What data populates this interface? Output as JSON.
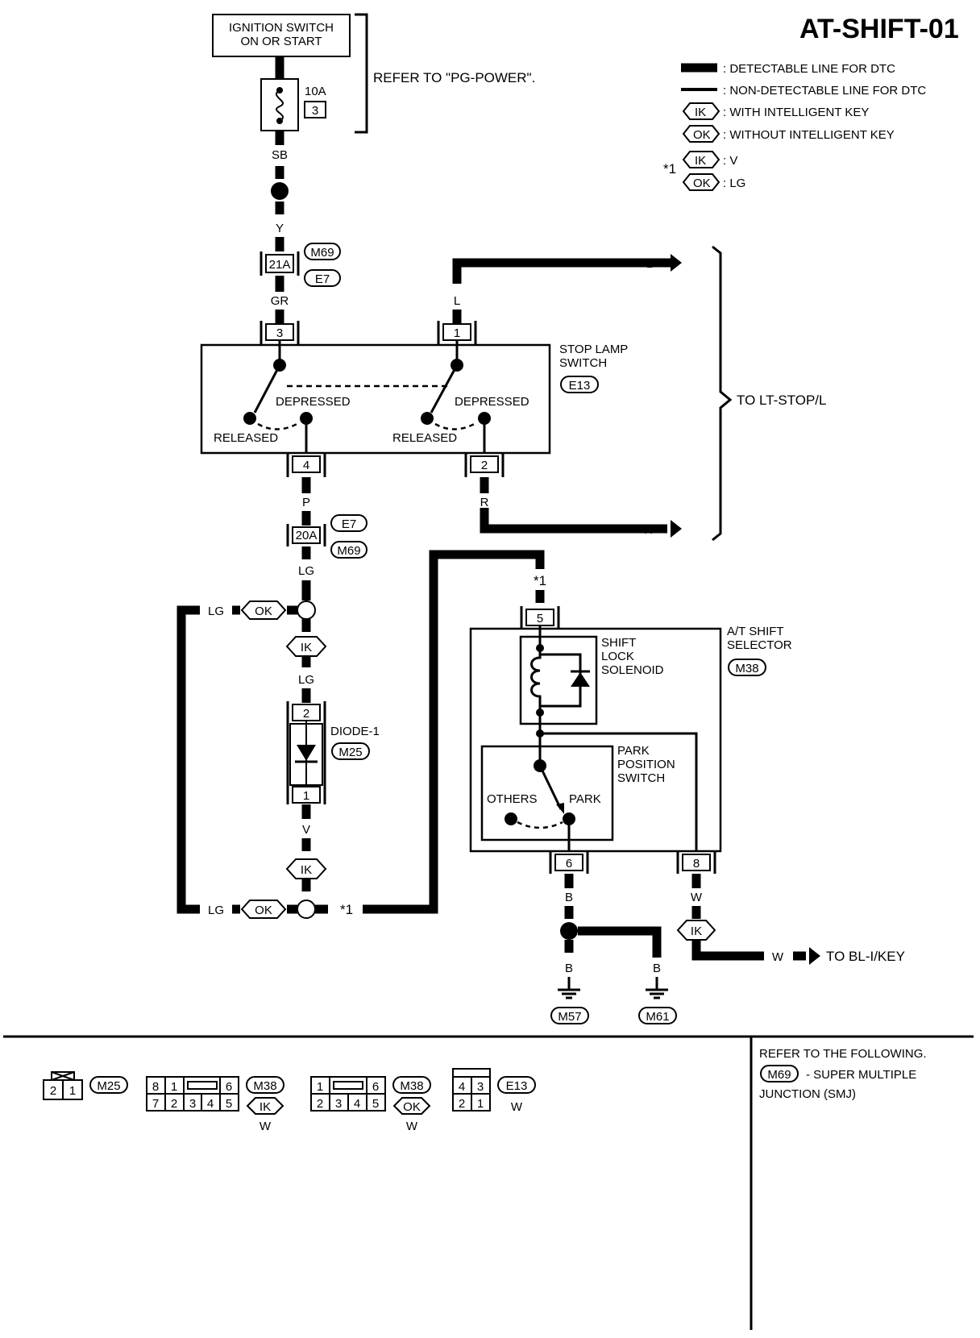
{
  "title": "AT-SHIFT-01",
  "legend": {
    "detectable": ": DETECTABLE LINE FOR DTC",
    "non_detectable": ": NON-DETECTABLE LINE FOR DTC",
    "ik": "IK",
    "ik_text": ": WITH INTELLIGENT KEY",
    "ok": "OK",
    "ok_text": ": WITHOUT INTELLIGENT KEY",
    "star1": "*1",
    "ik_v": ": V",
    "ok_lg": ": LG"
  },
  "ignition": {
    "line1": "IGNITION SWITCH",
    "line2": "ON OR START",
    "fuse_amp": "10A",
    "fuse_no": "3",
    "refer": "REFER TO \"PG-POWER\"."
  },
  "wires": {
    "sb": "SB",
    "y": "Y",
    "gr": "GR",
    "l_top": "L",
    "l_right": "L",
    "p": "P",
    "r_left": "R",
    "r_right": "R",
    "lg1": "LG",
    "lg2": "LG",
    "lg_left1": "LG",
    "lg_left2": "LG",
    "v": "V",
    "b1": "B",
    "b2": "B",
    "b3": "B",
    "w1": "W",
    "w2": "W",
    "star_a": "*1",
    "star_b": "*1"
  },
  "connectors": {
    "c21a": "21A",
    "m69a": "M69",
    "e7a": "E7",
    "c20a": "20A",
    "e7b": "E7",
    "m69b": "M69",
    "ik": "IK",
    "ok": "OK"
  },
  "stop_lamp": {
    "name1": "STOP LAMP",
    "name2": "SWITCH",
    "code": "E13",
    "pin3": "3",
    "pin1": "1",
    "pin4": "4",
    "pin2": "2",
    "depressed1": "DEPRESSED",
    "depressed2": "DEPRESSED",
    "released1": "RELEASED",
    "released2": "RELEASED",
    "to_lt": "TO LT-STOP/L"
  },
  "diode": {
    "name": "DIODE-1",
    "code": "M25",
    "pin2": "2",
    "pin1": "1"
  },
  "shift_selector": {
    "name1": "A/T SHIFT",
    "name2": "SELECTOR",
    "code": "M38",
    "pin5": "5",
    "pin6": "6",
    "pin8": "8",
    "sol1": "SHIFT",
    "sol2": "LOCK",
    "sol3": "SOLENOID",
    "pps1": "PARK",
    "pps2": "POSITION",
    "pps3": "SWITCH",
    "others": "OTHERS",
    "park": "PARK"
  },
  "grounds": {
    "g1": "M57",
    "g2": "M61"
  },
  "bl_key": "TO BL-I/KEY",
  "footer": {
    "refer_line": "REFER TO THE FOLLOWING.",
    "smj_code": "M69",
    "smj_text": "- SUPER MULTIPLE",
    "smj_text2": "JUNCTION (SMJ)",
    "m25": {
      "code": "M25",
      "pins": [
        "2",
        "1"
      ]
    },
    "m38_ik": {
      "code": "M38",
      "key": "IK",
      "color": "W",
      "top": [
        "8",
        "1",
        "6"
      ],
      "bottom": [
        "7",
        "2",
        "3",
        "4",
        "5"
      ]
    },
    "m38_ok": {
      "code": "M38",
      "key": "OK",
      "color": "W",
      "top": [
        "1",
        "6"
      ],
      "bottom": [
        "2",
        "3",
        "4",
        "5"
      ]
    },
    "e13": {
      "code": "E13",
      "color": "W",
      "top": [
        "4",
        "3"
      ],
      "bottom": [
        "2",
        "1"
      ]
    }
  }
}
